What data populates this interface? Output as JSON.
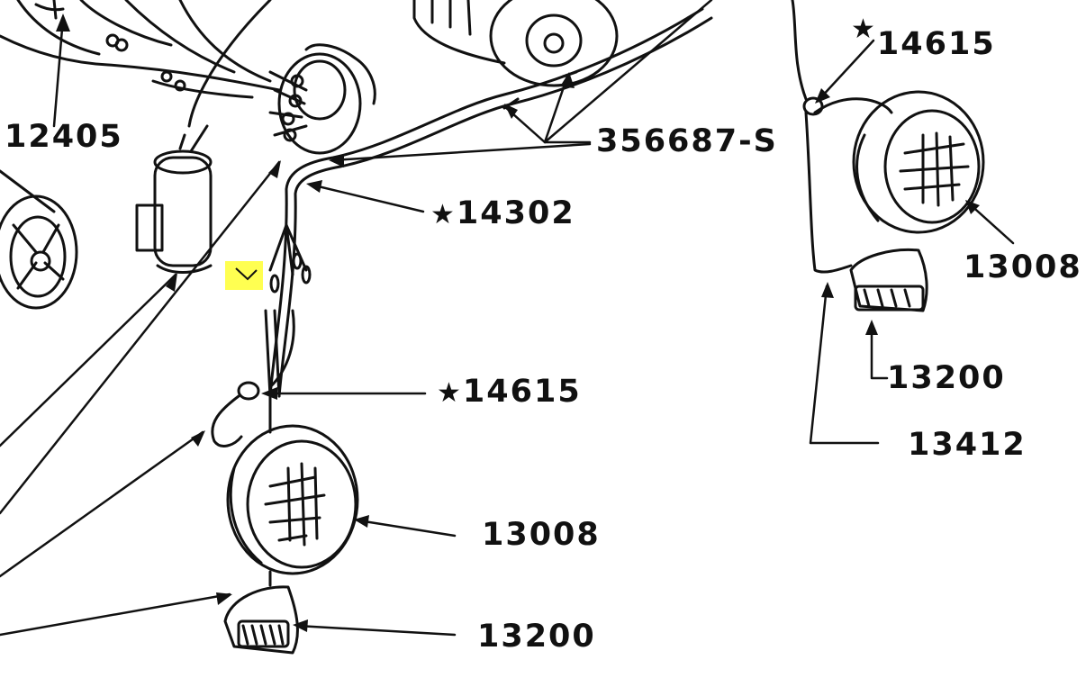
{
  "callouts": {
    "coil_part": "12405",
    "clip_part": "356687-S",
    "harness_part": "14302",
    "grommet_left": "14615",
    "grommet_right": "14615",
    "headlamp_left": "13008",
    "headlamp_right": "13008",
    "parking_lamp_left": "13200",
    "parking_lamp_right": "13200",
    "wire_right": "13412",
    "star_symbol": "★"
  },
  "colors": {
    "ink": "#111111",
    "highlight": "#ffff33",
    "background": "#ffffff"
  }
}
